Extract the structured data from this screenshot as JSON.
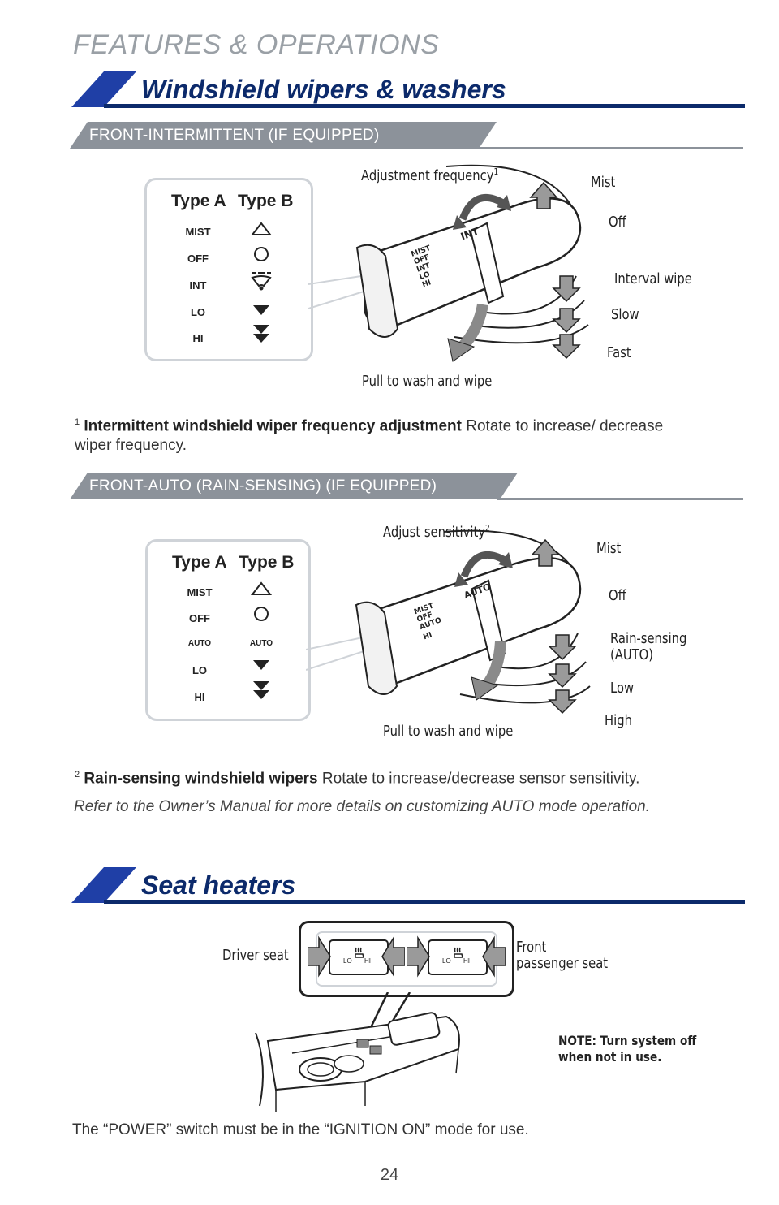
{
  "header": {
    "features_title": "FEATURES & OPERATIONS"
  },
  "wipers": {
    "title": "Windshield wipers & washers",
    "front_int": {
      "subhead": "FRONT-INTERMITTENT (IF EQUIPPED)",
      "legend": {
        "type_a": "Type A",
        "type_b": "Type B",
        "rows": [
          {
            "a": "MIST",
            "b_icon": "triangle-up-outline-icon"
          },
          {
            "a": "OFF",
            "b_icon": "circle-outline-icon"
          },
          {
            "a": "INT",
            "b_icon": "wiper-interval-icon"
          },
          {
            "a": "LO",
            "b_icon": "triangle-down-icon"
          },
          {
            "a": "HI",
            "b_icon": "double-triangle-down-icon"
          }
        ]
      },
      "stalk_markings": [
        "MIST",
        "OFF",
        "INT",
        "LO",
        "HI"
      ],
      "stalk_ring": "INT",
      "labels": {
        "adjust": "Adjustment frequency",
        "adjust_sup": "1",
        "mist": "Mist",
        "off": "Off",
        "interval": "Interval wipe",
        "slow": "Slow",
        "fast": "Fast",
        "pull": "Pull to wash and wipe"
      },
      "footnote_num": "1",
      "footnote_bold": "Intermittent windshield wiper frequency adjustment",
      "footnote_text": " Rotate to increase/ decrease wiper frequency."
    },
    "front_auto": {
      "subhead": "FRONT-AUTO (RAIN-SENSING) (IF EQUIPPED)",
      "legend": {
        "type_a": "Type A",
        "type_b": "Type B",
        "rows": [
          {
            "a": "MIST",
            "b_icon": "triangle-up-outline-icon"
          },
          {
            "a": "OFF",
            "b_icon": "circle-outline-icon"
          },
          {
            "a": "AUTO",
            "b_text": "AUTO"
          },
          {
            "a": "LO",
            "b_icon": "triangle-down-icon"
          },
          {
            "a": "HI",
            "b_icon": "double-triangle-down-icon"
          }
        ]
      },
      "stalk_markings": [
        "MIST",
        "OFF",
        "AUTO",
        "HI"
      ],
      "stalk_ring": "AUTO",
      "labels": {
        "adjust": "Adjust sensitivity",
        "adjust_sup": "2",
        "mist": "Mist",
        "off": "Off",
        "rain_1": "Rain-sensing",
        "rain_2": "(AUTO)",
        "low": "Low",
        "high": "High",
        "pull": "Pull to wash and wipe"
      },
      "footnote_num": "2",
      "footnote_bold": "Rain-sensing windshield wipers",
      "footnote_text": " Rotate to increase/decrease sensor sensitivity.",
      "refer": "Refer to the Owner’s Manual for more details on customizing AUTO mode operation."
    }
  },
  "seat_heaters": {
    "title": "Seat heaters",
    "driver_seat": "Driver seat",
    "front_passenger_1": "Front",
    "front_passenger_2": "passenger seat",
    "switch_lo": "LO",
    "switch_hi": "HI",
    "note_1": "NOTE: Turn system off",
    "note_2": "when not in use.",
    "power_text": "The “POWER” switch must be in the “IGNITION ON” mode for use."
  },
  "page_number": "24",
  "colors": {
    "navy": "#0c2a6b",
    "blue_accent": "#1f3fa6",
    "gray_band": "#8c929a"
  }
}
